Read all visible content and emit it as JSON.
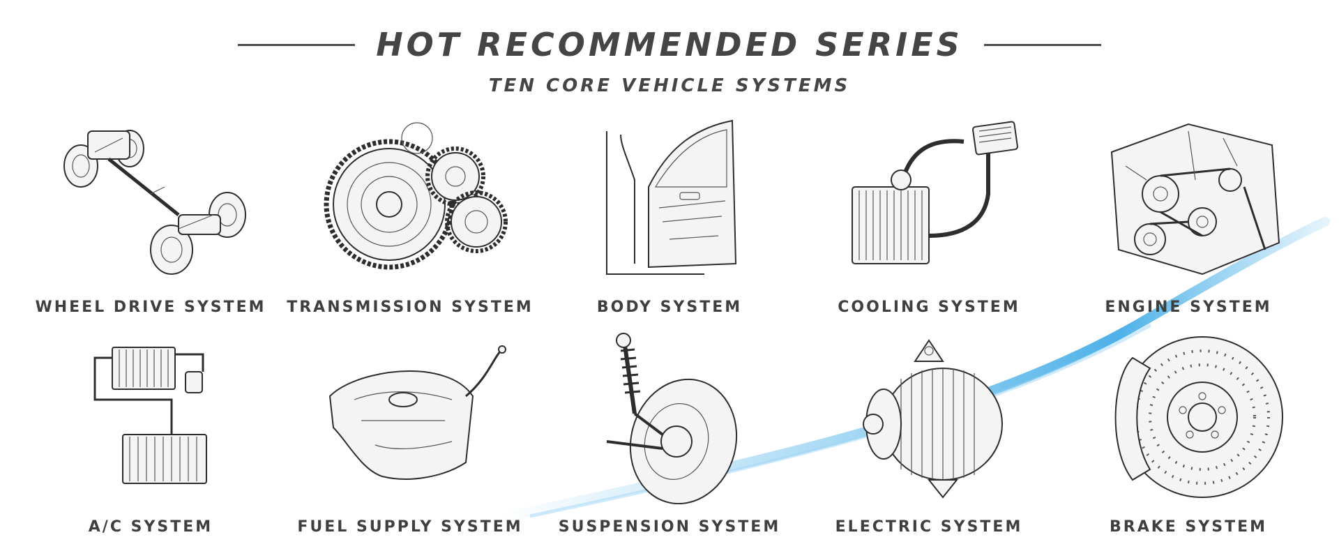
{
  "header": {
    "title": "HOT RECOMMENDED SERIES",
    "subtitle": "TEN CORE VEHICLE SYSTEMS"
  },
  "accent_color": "#4fb3e8",
  "systems": [
    {
      "label": "WHEEL DRIVE SYSTEM",
      "icon": "wheel-drive-chassis-icon"
    },
    {
      "label": "TRANSMISSION SYSTEM",
      "icon": "gear-transmission-icon"
    },
    {
      "label": "BODY SYSTEM",
      "icon": "car-door-icon"
    },
    {
      "label": "COOLING SYSTEM",
      "icon": "radiator-icon"
    },
    {
      "label": "ENGINE SYSTEM",
      "icon": "engine-icon"
    },
    {
      "label": "A/C SYSTEM",
      "icon": "ac-condenser-icon"
    },
    {
      "label": "FUEL SUPPLY SYSTEM",
      "icon": "fuel-tank-icon"
    },
    {
      "label": "SUSPENSION SYSTEM",
      "icon": "suspension-strut-icon"
    },
    {
      "label": "ELECTRIC SYSTEM",
      "icon": "alternator-icon"
    },
    {
      "label": "BRAKE SYSTEM",
      "icon": "brake-disc-icon"
    }
  ]
}
